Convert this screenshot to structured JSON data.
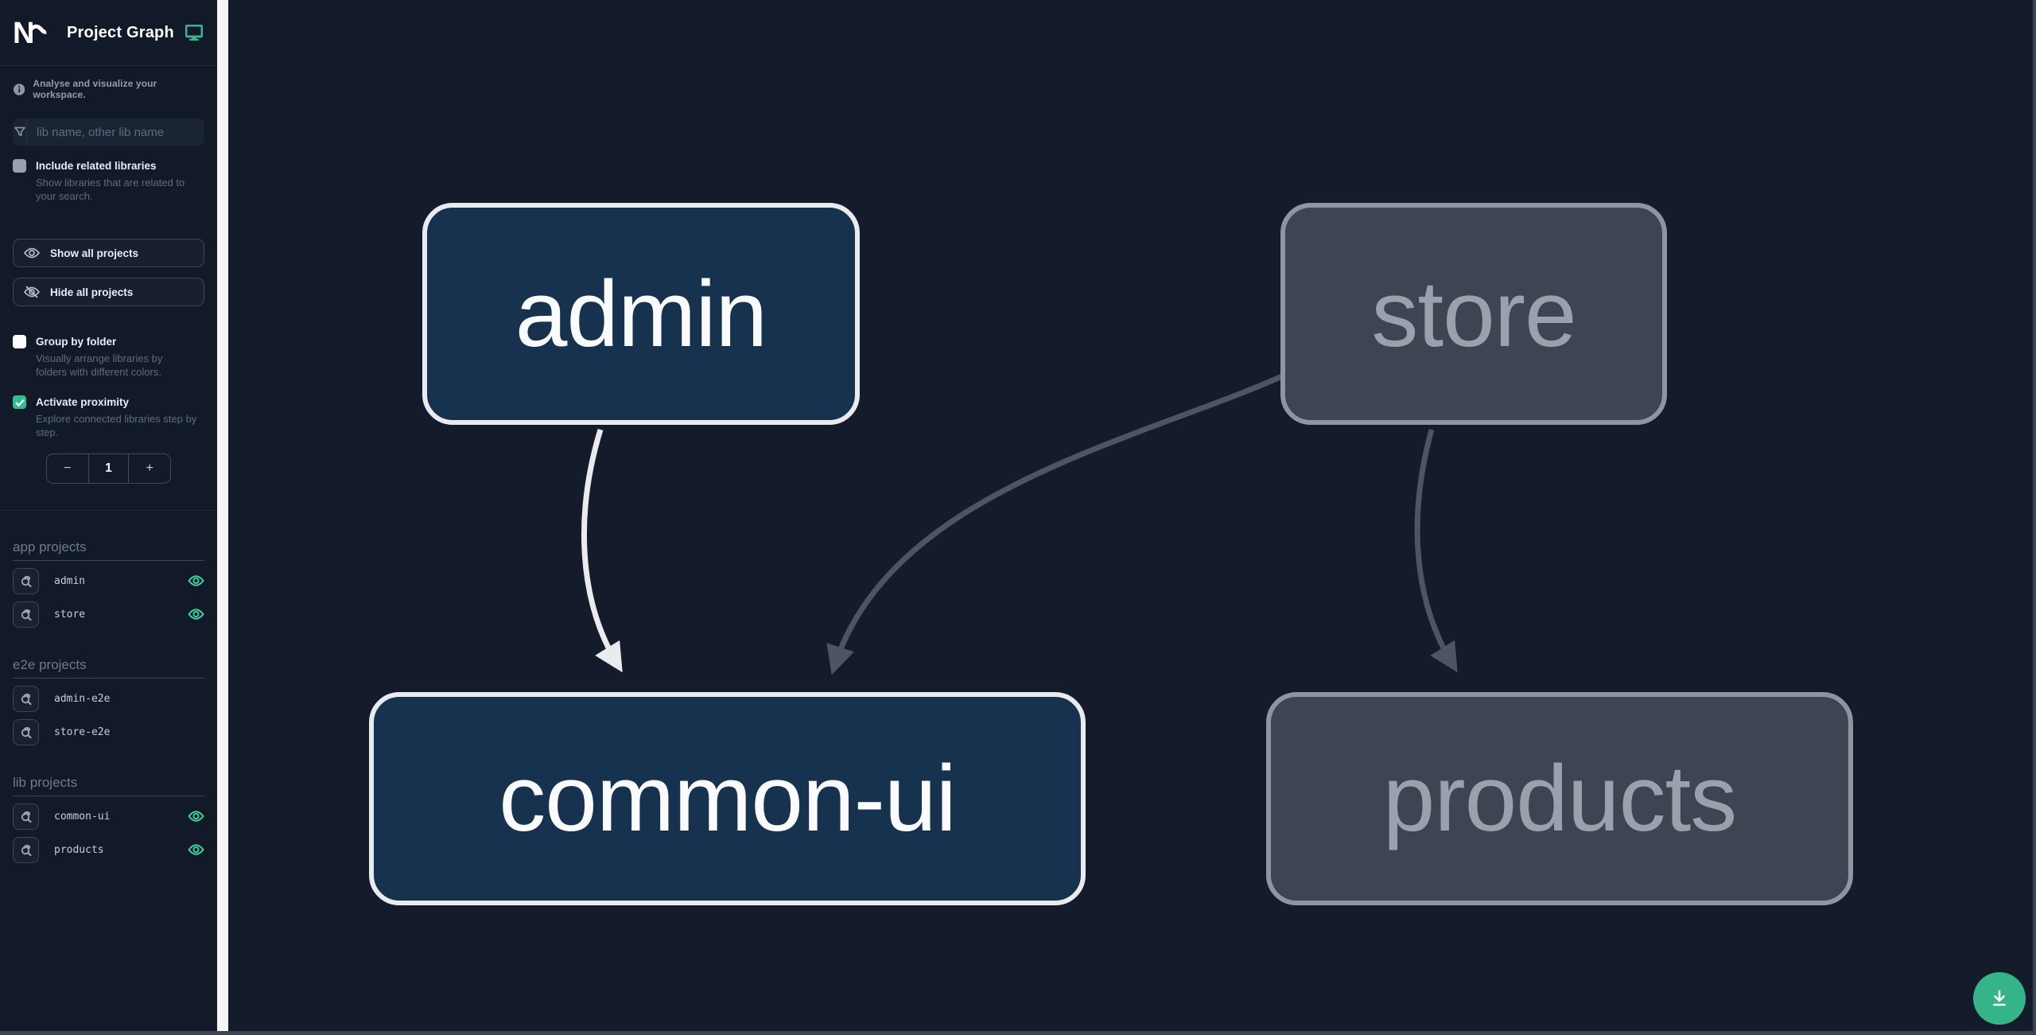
{
  "header": {
    "title": "Project Graph"
  },
  "sidebar": {
    "tagline": "Analyse and visualize your workspace.",
    "search": {
      "placeholder": "lib name, other lib name",
      "value": ""
    },
    "include_related": {
      "label": "Include related libraries",
      "description": "Show libraries that are related to your search.",
      "checked": false
    },
    "buttons": {
      "show_all": "Show all projects",
      "hide_all": "Hide all projects"
    },
    "group_by_folder": {
      "label": "Group by folder",
      "description": "Visually arrange libraries by folders with different colors.",
      "checked": false
    },
    "proximity": {
      "label": "Activate proximity",
      "description": "Explore connected libraries step by step.",
      "checked": true,
      "decrement": "−",
      "value": "1",
      "increment": "+"
    },
    "sections": [
      {
        "title": "app projects",
        "items": [
          {
            "name": "admin",
            "visible": true
          },
          {
            "name": "store",
            "visible": true
          }
        ]
      },
      {
        "title": "e2e projects",
        "items": [
          {
            "name": "admin-e2e",
            "visible": false
          },
          {
            "name": "store-e2e",
            "visible": false
          }
        ]
      },
      {
        "title": "lib projects",
        "items": [
          {
            "name": "common-ui",
            "visible": true
          },
          {
            "name": "products",
            "visible": true
          }
        ]
      }
    ]
  },
  "graph": {
    "nodes": [
      {
        "id": "admin",
        "label": "admin",
        "state": "focused"
      },
      {
        "id": "store",
        "label": "store",
        "state": "muted"
      },
      {
        "id": "common-ui",
        "label": "common-ui",
        "state": "focused"
      },
      {
        "id": "products",
        "label": "products",
        "state": "muted"
      }
    ],
    "edges": [
      {
        "source": "admin",
        "target": "common-ui",
        "state": "highlighted"
      },
      {
        "source": "store",
        "target": "common-ui",
        "state": "muted"
      },
      {
        "source": "store",
        "target": "products",
        "state": "muted"
      }
    ]
  },
  "fab": {
    "action": "download graph image"
  },
  "colors": {
    "background": "#141b2b",
    "sidebar": "#121929",
    "accent_green": "#36b489",
    "eye_green": "#3ed39c",
    "node_focused_fill": "#16324f",
    "node_focused_border": "#e9ebee",
    "node_muted_fill": "#3d4452",
    "node_muted_border": "#8d94a2",
    "edge_light": "#e9ebee",
    "edge_dark": "#4d5565"
  }
}
